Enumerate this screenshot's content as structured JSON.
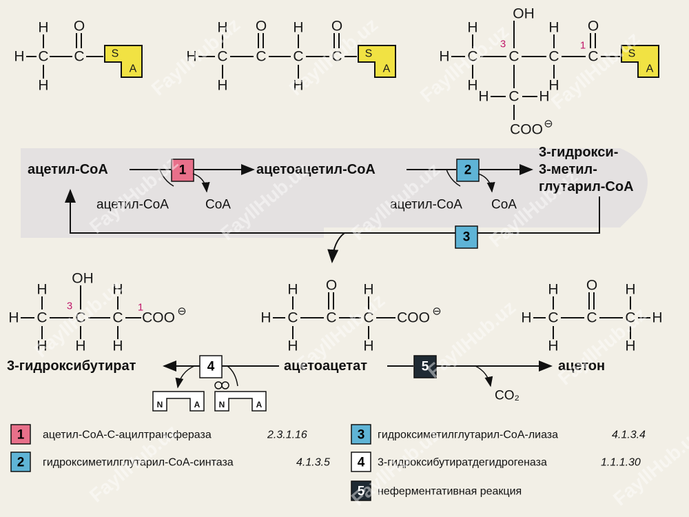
{
  "atoms": {
    "h": "H",
    "c": "C",
    "o": "O",
    "oh": "OH",
    "s": "S",
    "a": "A",
    "n": "N",
    "coo": "COO",
    "minus": "⊖"
  },
  "carbon_numbers": {
    "c1": "1",
    "c3": "3"
  },
  "labels": {
    "acetyl_coa": "ацетил-CoA",
    "acetoacetyl_coa": "ацетоацетил-CoA",
    "hmg_coa_line1": "3-гидрокси-",
    "hmg_coa_line2": "3-метил-",
    "hmg_coa_line3": "глутарил-CoA",
    "side_acetyl_coa_1": "ацетил-CoA",
    "side_coa_1": "CoA",
    "side_acetyl_coa_2": "ацетил-CoA",
    "side_coa_2": "CoA",
    "hydroxybutyrate": "3-гидроксибутират",
    "acetoacetate": "ацетоацетат",
    "acetone": "ацетон",
    "co2": "CO₂"
  },
  "steps": [
    {
      "num": "1",
      "color": "#e8708a"
    },
    {
      "num": "2",
      "color": "#5fb4d6"
    },
    {
      "num": "3",
      "color": "#5fb4d6"
    },
    {
      "num": "4",
      "color": "#ffffff"
    },
    {
      "num": "5",
      "color": "#1f2a33"
    }
  ],
  "legend": [
    {
      "num": "1",
      "color": "#e8708a",
      "name": "ацетил-CoA-C-ацилтрансфераза",
      "ec": "2.3.1.16"
    },
    {
      "num": "2",
      "color": "#5fb4d6",
      "name": "гидроксиметилглутарил-CoA-синтаза",
      "ec": "4.1.3.5"
    },
    {
      "num": "3",
      "color": "#5fb4d6",
      "name": "гидроксиметилглутарил-CoA-лиаза",
      "ec": "4.1.3.4"
    },
    {
      "num": "4",
      "color": "#ffffff",
      "name": "3-гидроксибутиратдегидрогеназа",
      "ec": "1.1.1.30"
    },
    {
      "num": "5",
      "color": "#1f2a33",
      "name": "неферментативная реакция",
      "ec": ""
    }
  ],
  "colors": {
    "coa_block": "#f1e243",
    "arrow_band": "#d9d5dd"
  },
  "watermark": "FayllHub.uz"
}
